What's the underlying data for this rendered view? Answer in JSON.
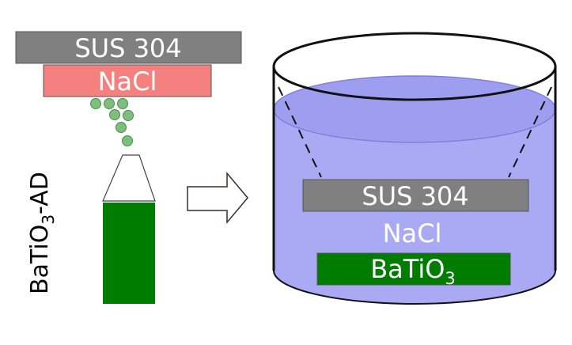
{
  "left": {
    "substrate_label": "SUS 304",
    "layer_label": "NaCl",
    "process_label_main": "BaTiO",
    "process_label_sub": "3",
    "process_label_suffix": "-AD"
  },
  "right": {
    "substrate_label": "SUS 304",
    "dissolved_label": "NaCl",
    "film_label_main": "BaTiO",
    "film_label_sub": "3"
  },
  "colors": {
    "substrate": "#808080",
    "nacl": "#f48080",
    "particles": "#7dbf7d",
    "nozzle_body": "#007c00",
    "water": "#aaaaf4",
    "film": "#007c00"
  }
}
